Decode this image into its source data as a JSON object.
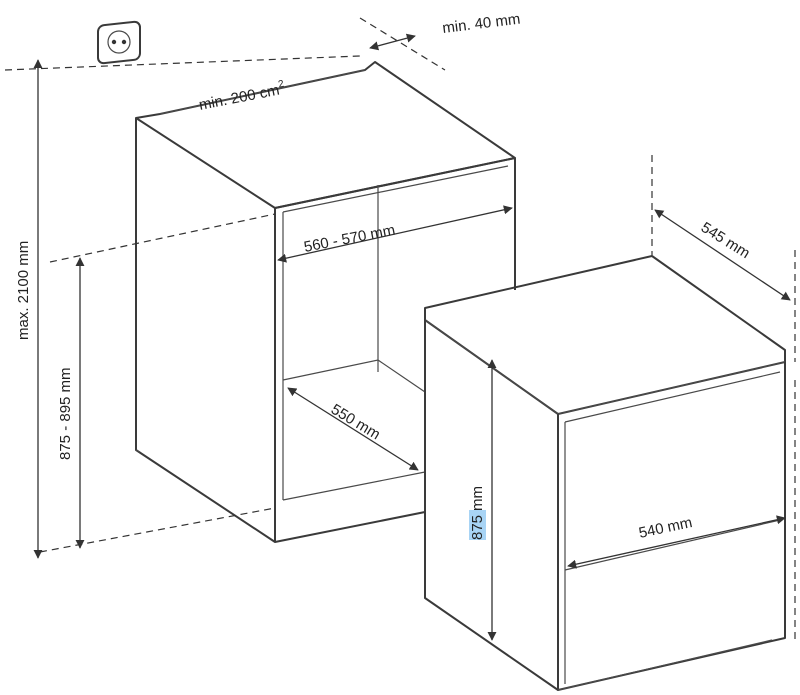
{
  "labels": {
    "vent_gap": "min. 40 mm",
    "vent_area": "min. 200 cm",
    "vent_area_sup": "2",
    "max_height": "max. 2100 mm",
    "niche_height": "875 - 895 mm",
    "niche_width": "560 - 570 mm",
    "niche_depth": "550 mm",
    "appliance_depth": "545 mm",
    "appliance_height_value": "875",
    "appliance_height_unit": "mm",
    "appliance_width": "540 mm"
  }
}
